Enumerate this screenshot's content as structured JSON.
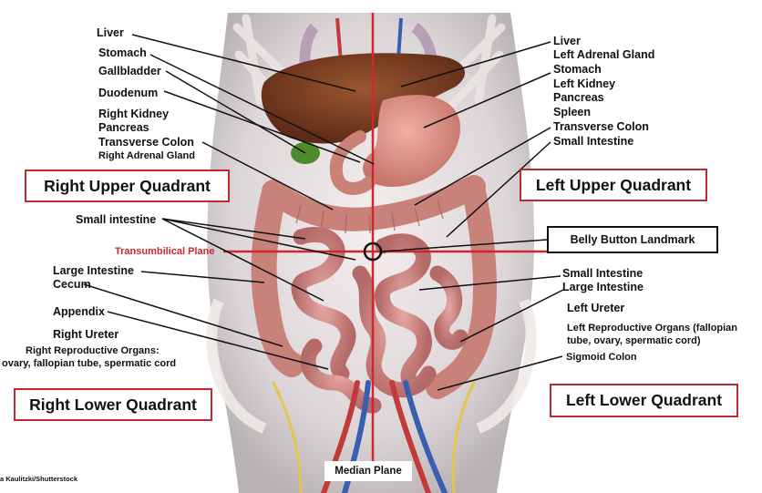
{
  "left_labels": {
    "liver": "Liver",
    "stomach": "Stomach",
    "gallbladder": "Gallbladder",
    "duodenum": "Duodenum",
    "right_kidney": "Right Kidney",
    "pancreas": "Pancreas",
    "transverse_colon": "Transverse Colon",
    "right_adrenal": "Right Adrenal Gland",
    "small_intestine": "Small intestine",
    "large_intestine": "Large Intestine",
    "cecum": "Cecum",
    "appendix": "Appendix",
    "right_ureter": "Right Ureter",
    "right_repro_1": "Right Reproductive Organs:",
    "right_repro_2": "ovary, fallopian tube, spermatic cord"
  },
  "right_labels": {
    "liver": "Liver",
    "left_adrenal": "Left Adrenal Gland",
    "stomach": "Stomach",
    "left_kidney": "Left Kidney",
    "pancreas": "Pancreas",
    "spleen": "Spleen",
    "transverse_colon": "Transverse Colon",
    "small_intestine_upper": "Small Intestine",
    "small_intestine_lower": "Small Intestine",
    "large_intestine": "Large Intestine",
    "left_ureter": "Left Ureter",
    "left_repro_1": "Left Reproductive Organs (fallopian",
    "left_repro_2": "tube, ovary, spermatic cord)",
    "sigmoid_colon": "Sigmoid Colon"
  },
  "quadrants": {
    "ruq": "Right Upper Quadrant",
    "luq": "Left Upper Quadrant",
    "rlq": "Right Lower Quadrant",
    "llq": "Left Lower Quadrant"
  },
  "planes": {
    "transumbilical": "Transumbilical Plane",
    "median": "Median Plane"
  },
  "landmark": "Belly Button Landmark",
  "credit": "a Kaulitzki/Shutterstock",
  "colors": {
    "quadrant_border": "#c0282f",
    "plane_line": "#d0262d",
    "liver": "#7a3d22",
    "stomach": "#d98a80",
    "intestine": "#d9928f",
    "gallbladder": "#4f8a2a"
  }
}
